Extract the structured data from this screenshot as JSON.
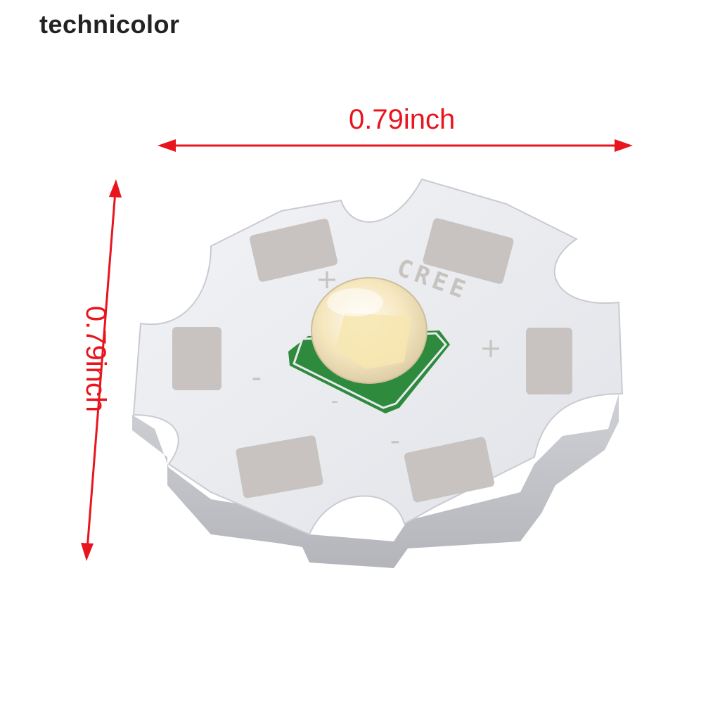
{
  "brand": {
    "text": "technicolor"
  },
  "dimensions": {
    "width_label": "0.79inch",
    "height_label": "0.79inch",
    "color": "#e8141e"
  },
  "board": {
    "silkscreen_brand": "CREE",
    "plus_marks": [
      "+",
      "+"
    ],
    "minus_marks": [
      "-",
      "-",
      "-"
    ],
    "board_color": "#ecedf1",
    "pad_color": "#c8c3c1",
    "substrate_color": "#2e8a3c",
    "led_color": "#f3e3b6"
  },
  "icons": {
    "width_arrow": "double-headed-arrow-horizontal",
    "height_arrow": "double-headed-arrow-vertical"
  }
}
